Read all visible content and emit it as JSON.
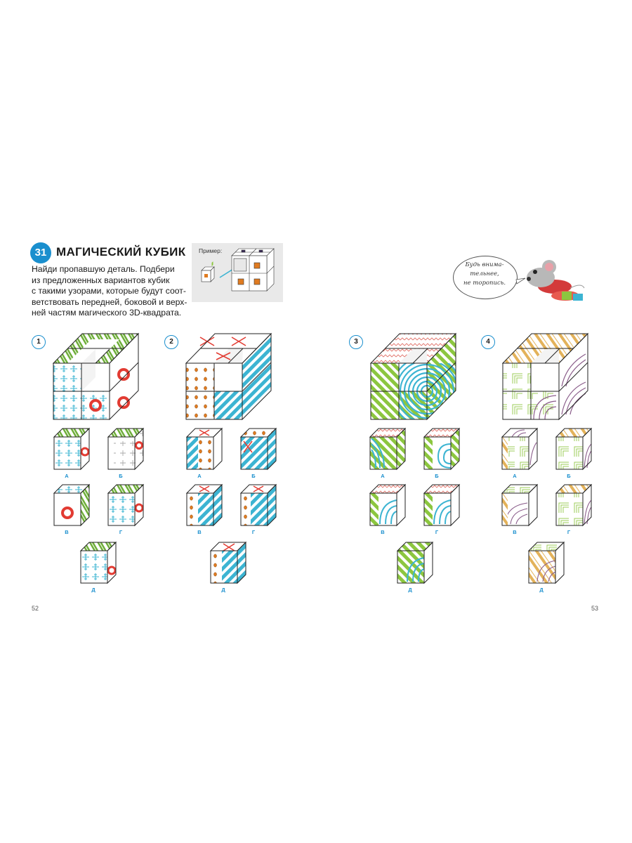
{
  "task": {
    "number": "31",
    "title": "МАГИЧЕСКИЙ КУБИК",
    "instruction_lines": [
      "Найди пропавшую деталь. Подбери",
      "из предложенных вариантов кубик",
      "с такими узорами, которые будут соот-",
      "ветствовать передней, боковой и верх-",
      "ней частям магического 3D-квадрата."
    ],
    "example_label": "Пример:"
  },
  "speech_bubble": {
    "lines": [
      "Будь внима-",
      "тельнее,",
      "не торопись."
    ]
  },
  "puzzles": [
    {
      "number": "1",
      "options": [
        "А",
        "Б",
        "В",
        "Г",
        "Д"
      ]
    },
    {
      "number": "2",
      "options": [
        "А",
        "Б",
        "В",
        "Г",
        "Д"
      ]
    },
    {
      "number": "3",
      "options": [
        "А",
        "Б",
        "В",
        "Г",
        "Д"
      ]
    },
    {
      "number": "4",
      "options": [
        "А",
        "Б",
        "В",
        "Г",
        "Д"
      ]
    }
  ],
  "pages": {
    "left": "52",
    "right": "53"
  },
  "colors": {
    "accent_blue": "#1a8fce",
    "cyan": "#3cb4d2",
    "green": "#8cc63f",
    "red": "#e23b32",
    "orange": "#e07b20",
    "purple": "#8a5c8a",
    "gold": "#e3b25a"
  }
}
